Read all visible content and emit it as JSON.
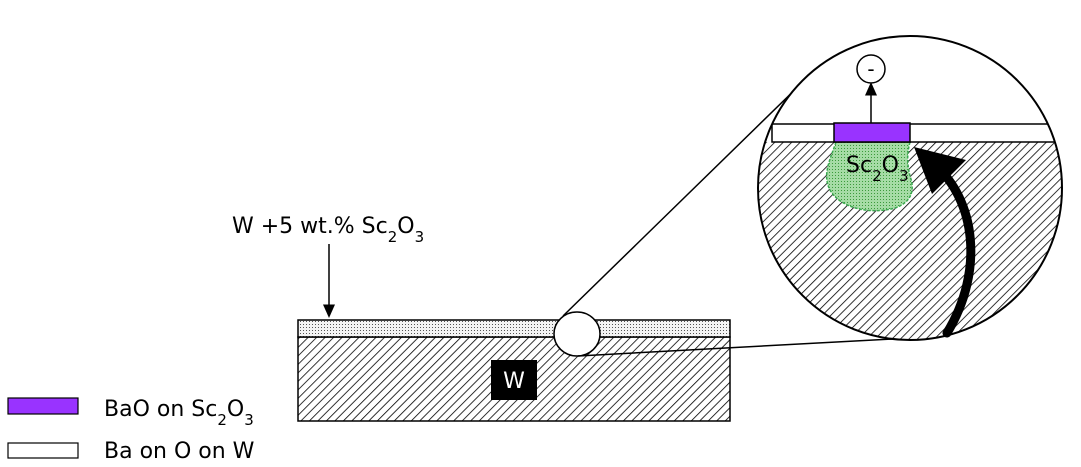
{
  "composition_label": {
    "base": "W +5 wt.% Sc",
    "sub1": "2",
    "mid": "O",
    "sub2": "3"
  },
  "substrate_label": "W",
  "zoom": {
    "oxide_label": {
      "base": "Sc",
      "sub1": "2",
      "mid": "O",
      "sub2": "3"
    },
    "electron_label": "-"
  },
  "legend": [
    {
      "base": "BaO on Sc",
      "sub1": "2",
      "mid": "O",
      "sub2": "3",
      "swatch": "#9933ff"
    },
    {
      "base": "Ba on O on W",
      "swatch": "#ffffff"
    }
  ],
  "colors": {
    "bao_layer": "#9933ff",
    "oxide_fill": "#9ed99e",
    "oxide_edge": "#2e9e4a",
    "hatch": "#000000",
    "coating": "#f2f2f2"
  }
}
